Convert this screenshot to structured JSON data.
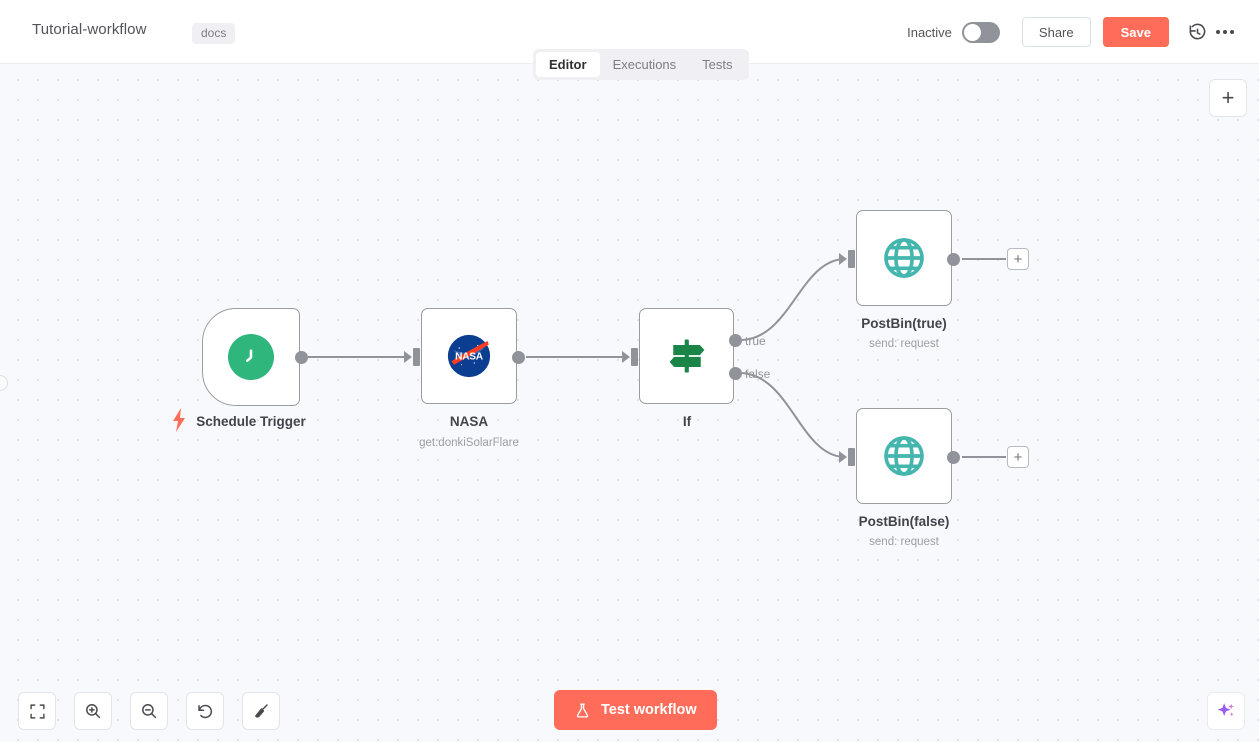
{
  "header": {
    "workflow_title": "Tutorial-workflow",
    "tag": "docs",
    "activator_label": "Inactive",
    "activator_state": "off",
    "share_label": "Share",
    "save_label": "Save",
    "history_icon": "history-icon",
    "overflow_icon": "ellipsis-icon",
    "save_color": "#ff6d5a"
  },
  "tabs": [
    {
      "label": "Editor",
      "active": true
    },
    {
      "label": "Executions",
      "active": false
    },
    {
      "label": "Tests",
      "active": false
    }
  ],
  "canvas": {
    "add_node_label": "+",
    "nodes": [
      {
        "name": "Schedule Trigger",
        "subtitle": "",
        "icon": "clock-icon",
        "icon_color": "#2eb67d",
        "type": "trigger"
      },
      {
        "name": "NASA",
        "subtitle": "get:donkiSolarFlare",
        "icon": "nasa-logo-icon",
        "icon_color": "#0b3d91",
        "type": "action"
      },
      {
        "name": "If",
        "subtitle": "",
        "icon": "signpost-icon",
        "icon_color": "#1a8547",
        "type": "conditional",
        "outputs": [
          "true",
          "false"
        ]
      },
      {
        "name": "PostBin(true)",
        "subtitle": "send: request",
        "icon": "globe-icon",
        "icon_color": "#45b6ad",
        "type": "action"
      },
      {
        "name": "PostBin(false)",
        "subtitle": "send: request",
        "icon": "globe-icon",
        "icon_color": "#45b6ad",
        "type": "action"
      }
    ]
  },
  "toolbar": {
    "buttons": [
      {
        "name": "zoom-to-fit",
        "icon": "fit-screen-icon"
      },
      {
        "name": "zoom-in",
        "icon": "magnifier-plus-icon"
      },
      {
        "name": "zoom-out",
        "icon": "magnifier-minus-icon"
      },
      {
        "name": "reset-zoom",
        "icon": "undo-icon"
      },
      {
        "name": "tidy-up",
        "icon": "broom-icon"
      }
    ],
    "test_workflow_label": "Test workflow",
    "test_workflow_icon": "flask-icon",
    "test_workflow_color": "#ff6d5a",
    "ai_assistant_icon": "sparkle-icon"
  }
}
